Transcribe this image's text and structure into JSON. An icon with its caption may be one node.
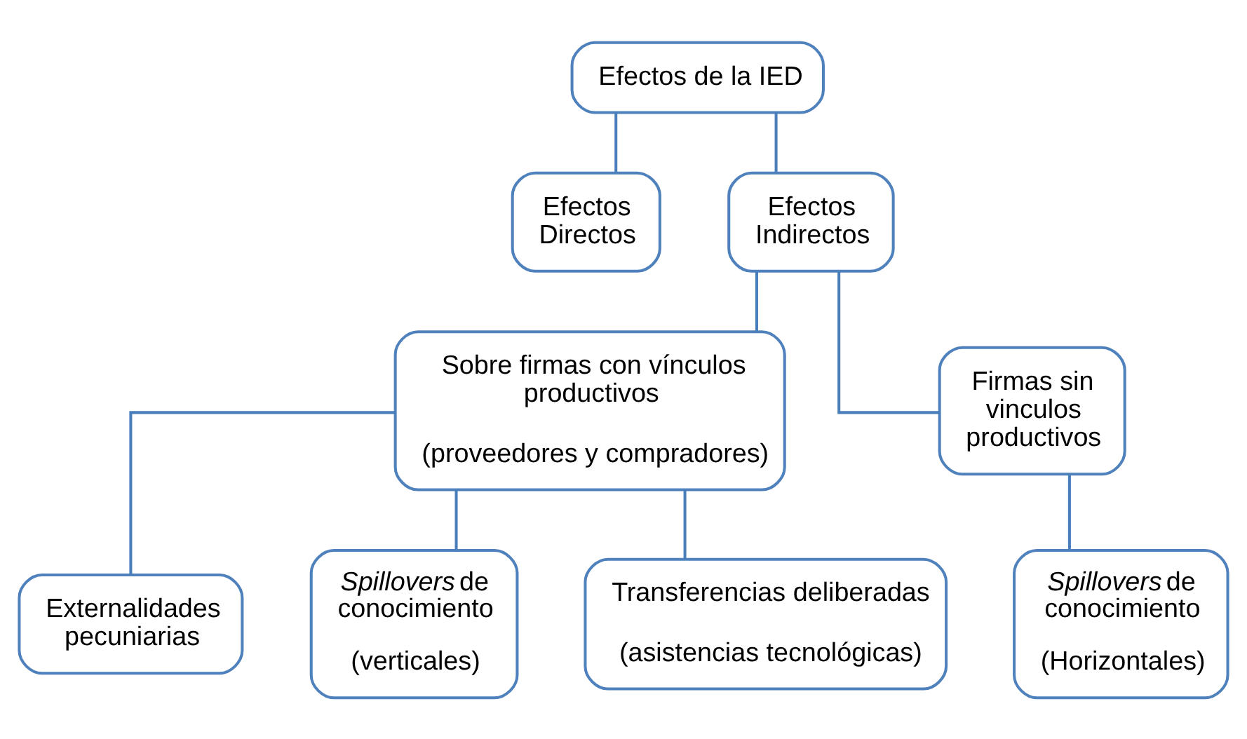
{
  "diagram": {
    "nodes": [
      {
        "text": [
          "Efectos de la IED"
        ]
      },
      {
        "text": [
          "Efectos Directos"
        ]
      },
      {
        "text": [
          "Efectos Indirectos"
        ]
      },
      {
        "text": [
          "Sobre firmas con vínculos productivos",
          "(proveedores y compradores)"
        ]
      },
      {
        "text": [
          "Firmas sin vinculos productivos"
        ]
      },
      {
        "text": [
          "Externalidades pecuniarias"
        ]
      },
      {
        "text": [
          "*Spillovers* de conocimiento",
          "(verticales)"
        ]
      },
      {
        "text": [
          "Transferencias deliberadas",
          "(asistencias tecnológicas)"
        ]
      },
      {
        "text": [
          "*Spillovers* de conocimiento",
          "(Horizontales)"
        ]
      }
    ],
    "edges": [
      {
        "from": 0,
        "to": 1,
        "arrow": "none"
      },
      {
        "from": 0,
        "to": 2,
        "arrow": "none"
      },
      {
        "from": 2,
        "to": 3,
        "arrow": "none"
      },
      {
        "from": 2,
        "to": 4,
        "arrow": "none"
      },
      {
        "from": 3,
        "to": 5,
        "arrow": "none"
      },
      {
        "from": 3,
        "to": 6,
        "arrow": "none"
      },
      {
        "from": 3,
        "to": 7,
        "arrow": "none"
      },
      {
        "from": 4,
        "to": 8,
        "arrow": "none"
      }
    ]
  }
}
